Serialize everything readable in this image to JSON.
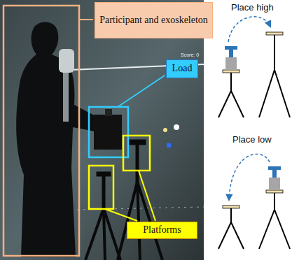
{
  "diagram": {
    "nodes": [
      {
        "text": [
          "Participant and exoskeleton"
        ]
      },
      {
        "text": [
          "Load"
        ]
      },
      {
        "text": [
          "Platforms"
        ]
      }
    ],
    "labels": [
      "Score: 0",
      "Place high",
      "Place low"
    ]
  }
}
